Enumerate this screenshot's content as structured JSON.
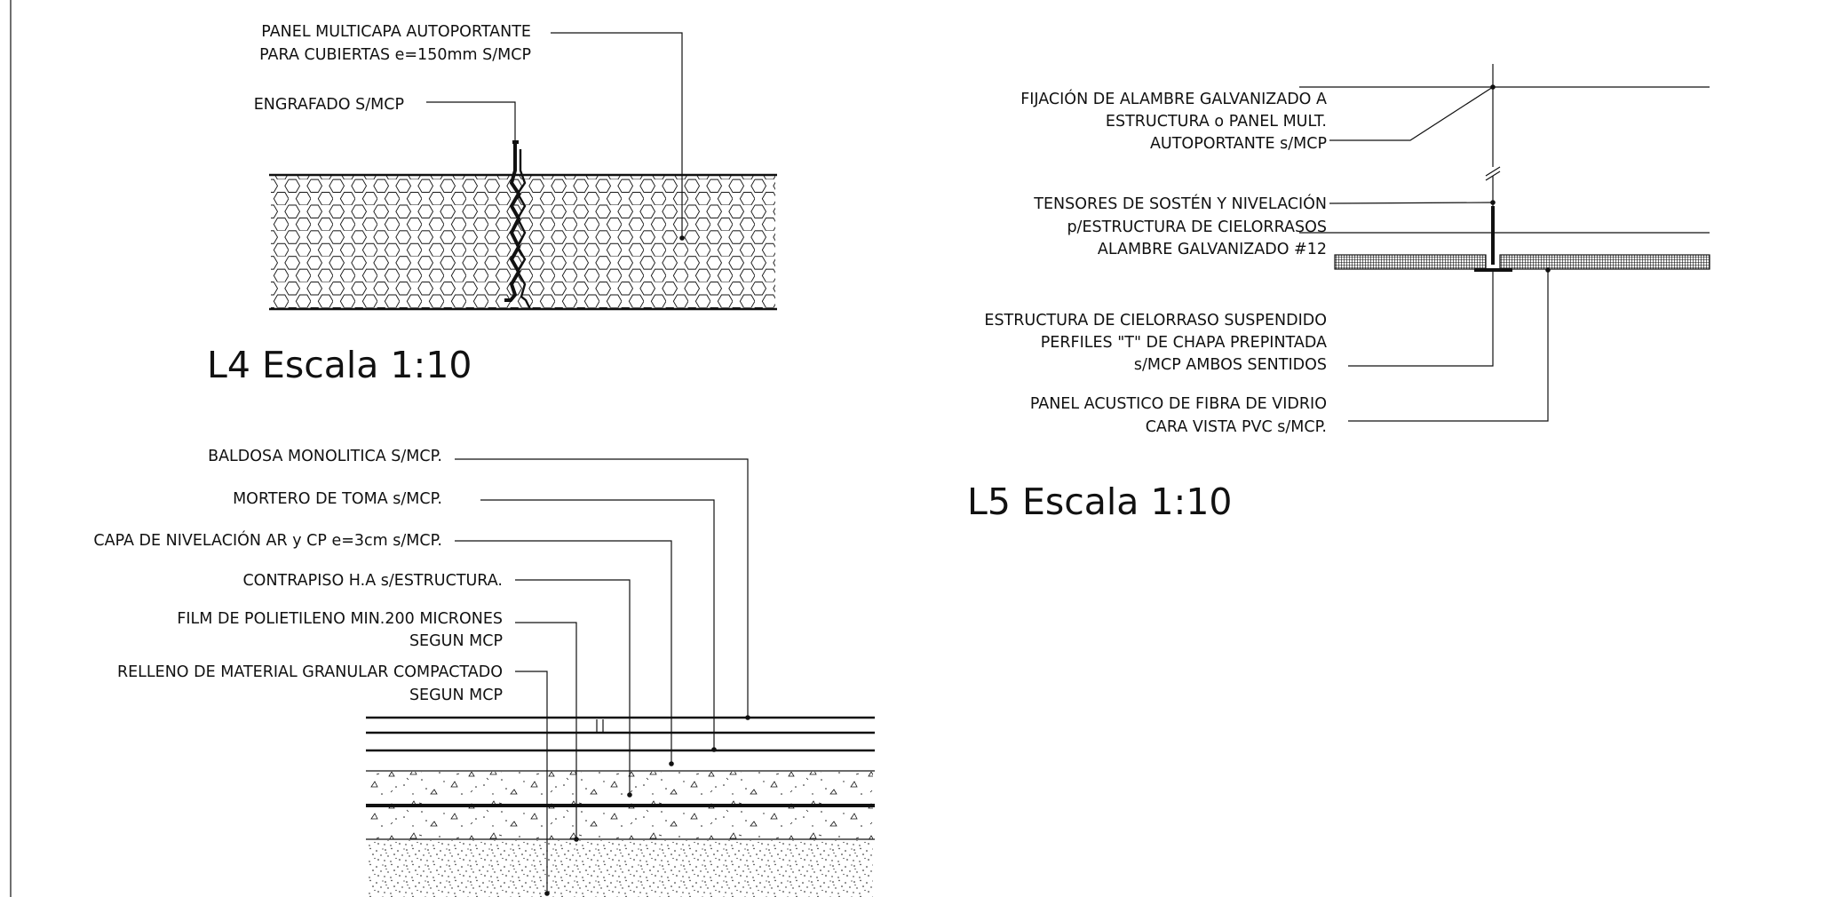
{
  "details": {
    "l4": {
      "title": "L4 Escala 1:10",
      "labels": [
        "PANEL MULTICAPA AUTOPORTANTE",
        "PARA CUBIERTAS   e=150mm  S/MCP",
        "ENGRAFADO S/MCP"
      ]
    },
    "l5": {
      "title": "L5 Escala 1:10",
      "labels": [
        "FIJACIÓN DE ALAMBRE GALVANIZADO A",
        "ESTRUCTURA o PANEL MULT.",
        "AUTOPORTANTE s/MCP",
        "TENSORES DE SOSTÉN Y NIVELACIÓN",
        "p/ESTRUCTURA DE CIELORRASOS",
        "ALAMBRE GALVANIZADO #12",
        "ESTRUCTURA DE CIELORRASO SUSPENDIDO",
        "PERFILES \"T\" DE CHAPA PREPINTADA",
        "s/MCP AMBOS SENTIDOS",
        "PANEL ACUSTICO DE FIBRA DE VIDRIO",
        "CARA VISTA PVC  s/MCP."
      ]
    },
    "floor": {
      "labels": [
        "BALDOSA MONOLITICA S/MCP.",
        "MORTERO DE TOMA s/MCP.",
        "CAPA DE NIVELACIÓN AR y CP e=3cm s/MCP.",
        "CONTRAPISO H.A s/ESTRUCTURA.",
        "FILM DE POLIETILENO MIN.200 MICRONES",
        "SEGUN MCP",
        "RELLENO DE MATERIAL GRANULAR COMPACTADO",
        "SEGUN MCP"
      ]
    }
  }
}
